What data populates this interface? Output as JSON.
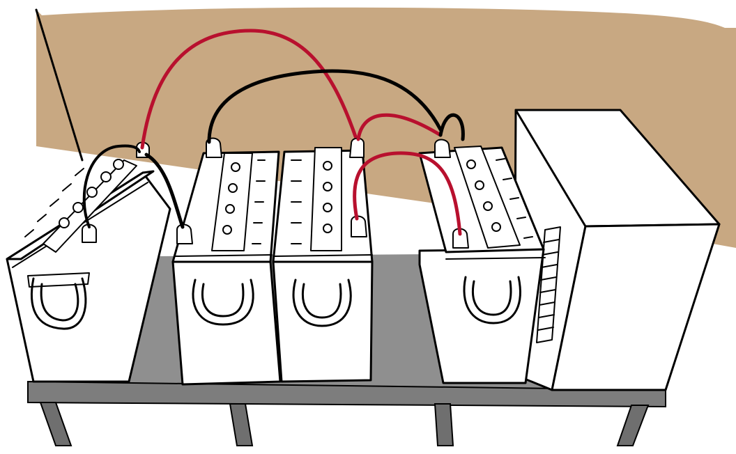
{
  "colors": {
    "wall": "#c8a882",
    "table_top": "#8f8f8f",
    "table_shadow": "#6f6f6f",
    "table_edge": "#7d7d7d",
    "battery_body": "#ffffff",
    "outline": "#000000",
    "positive_cable": "#b8102e",
    "negative_cable": "#000000"
  },
  "scene": {
    "battery_count": 4,
    "cabinet_count": 1,
    "table_count": 1
  }
}
